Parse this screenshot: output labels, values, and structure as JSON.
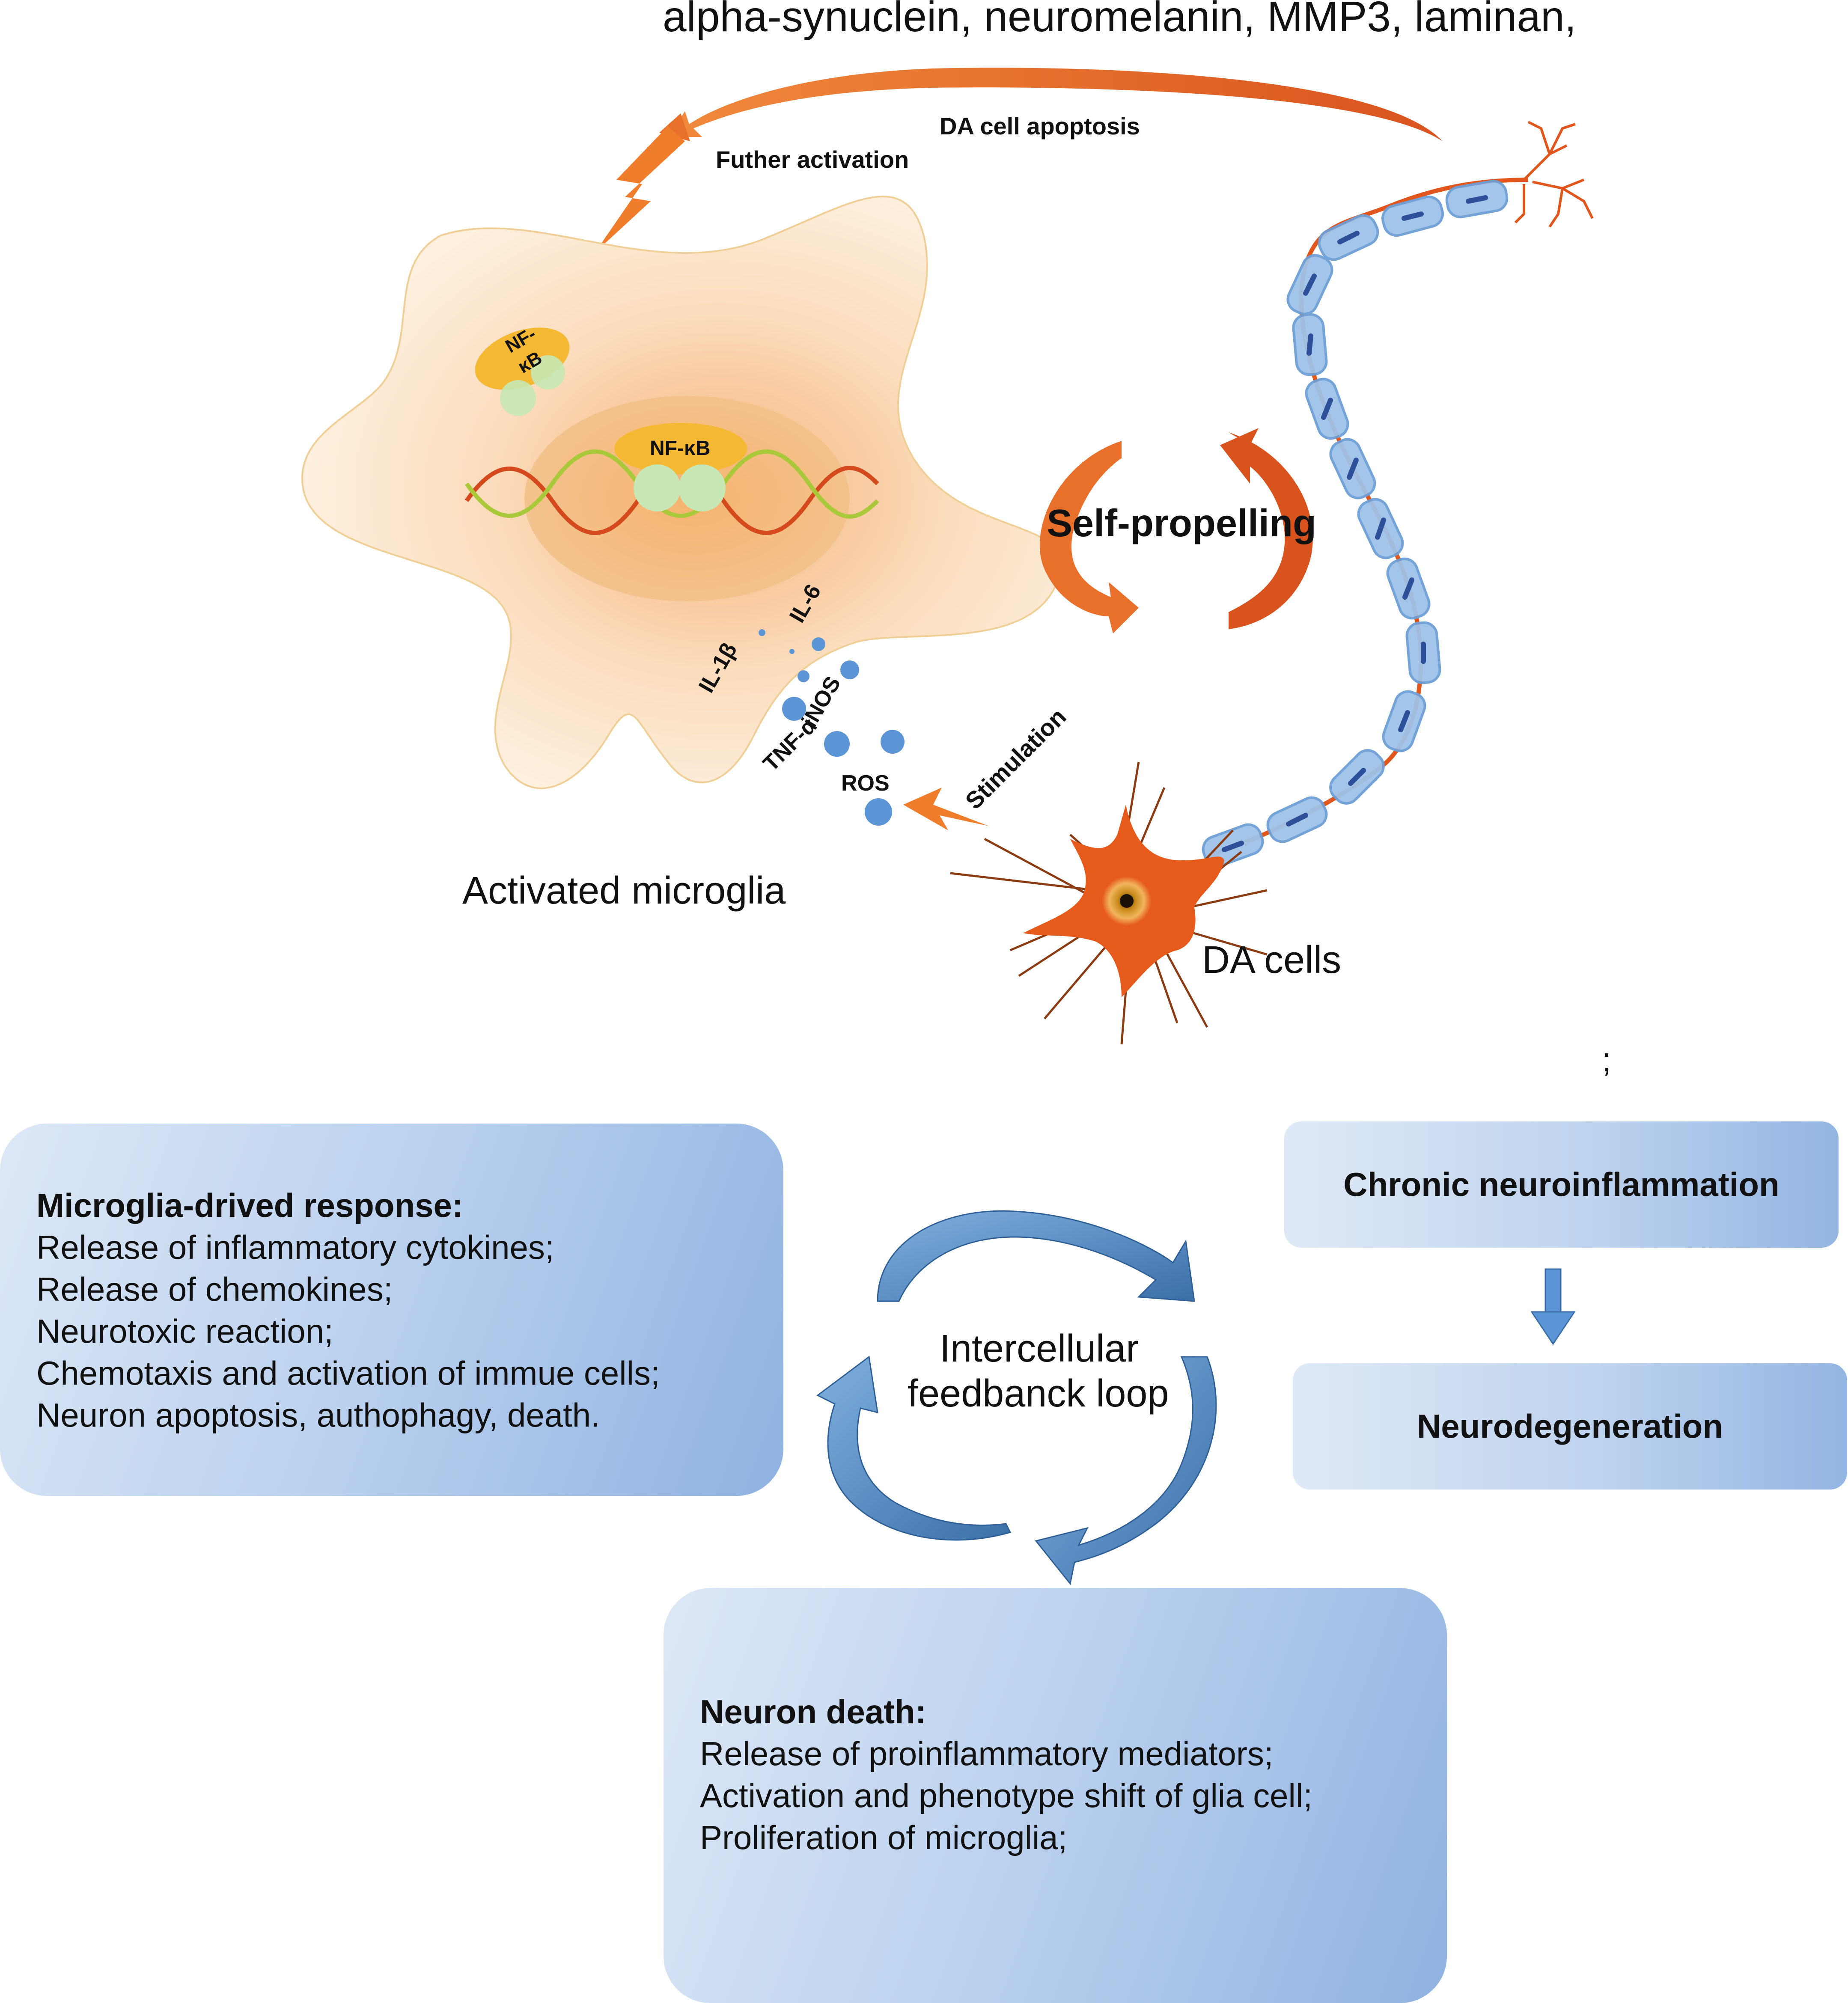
{
  "top": {
    "triggers": "alpha-synuclein, neuromelanin, MMP3, laminan,",
    "apoptosis": "DA cell apoptosis",
    "further": "Futher activation",
    "self_propelling": "Self-propelling",
    "stimulation": "Stimulation"
  },
  "microglia": {
    "nfkb_small": [
      "NF-",
      "κB"
    ],
    "nfkb_nucleus": "NF-κB",
    "label": "Activated microglia"
  },
  "mediators": {
    "il6": "IL-6",
    "il1b": "IL-1β",
    "inos": "iNOS",
    "tnfa": "TNF-α",
    "ros": "ROS"
  },
  "neuron": {
    "label": "DA cells"
  },
  "stray_mark": ";",
  "loop_label": [
    "Intercellular",
    "feedbanck loop"
  ],
  "left_box": {
    "heading": "Microglia-drived response:",
    "lines": [
      "Release of inflammatory cytokines;",
      "Release of chemokines;",
      "Neurotoxic reaction;",
      "Chemotaxis and activation of immue cells;",
      "Neuron apoptosis, authophagy, death."
    ]
  },
  "bottom_box": {
    "heading": "Neuron death:",
    "lines": [
      "Release of proinflammatory mediators;",
      "Activation and phenotype shift of glia cell;",
      "Proliferation of microglia;"
    ]
  },
  "chronic_box": "Chronic neuroinflammation",
  "neuro_box": "Neurodegeneration",
  "colors": {
    "orange": "#e8702a",
    "orange_dark": "#d9531e",
    "microglia_fill": "#fdf0df",
    "blue_arrow": "#3f79b7",
    "node_blue": "#5b95d6",
    "myelin": "#9ec2e8"
  }
}
